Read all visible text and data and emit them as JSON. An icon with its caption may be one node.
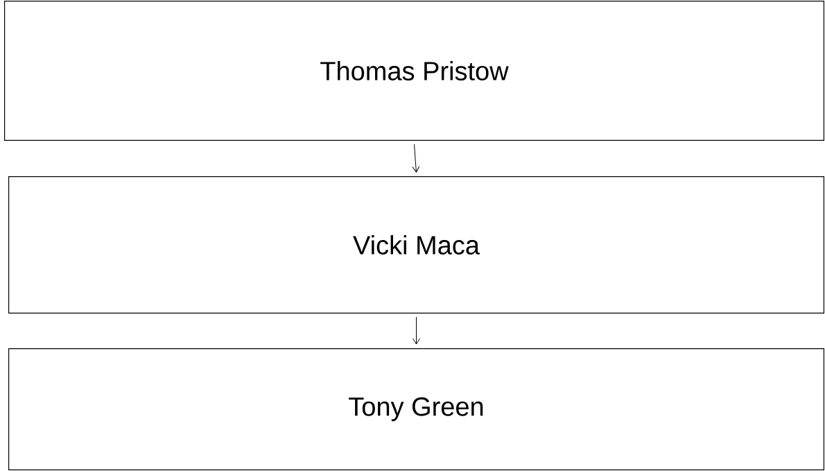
{
  "diagram": {
    "nodes": [
      {
        "text": [
          "Thomas Pristow"
        ]
      },
      {
        "text": [
          "Vicki Maca"
        ]
      },
      {
        "text": [
          "Tony Green"
        ]
      }
    ],
    "edges": [
      {
        "from": 0,
        "to": 1,
        "arrow": "to"
      },
      {
        "from": 1,
        "to": 2,
        "arrow": "to"
      }
    ]
  }
}
